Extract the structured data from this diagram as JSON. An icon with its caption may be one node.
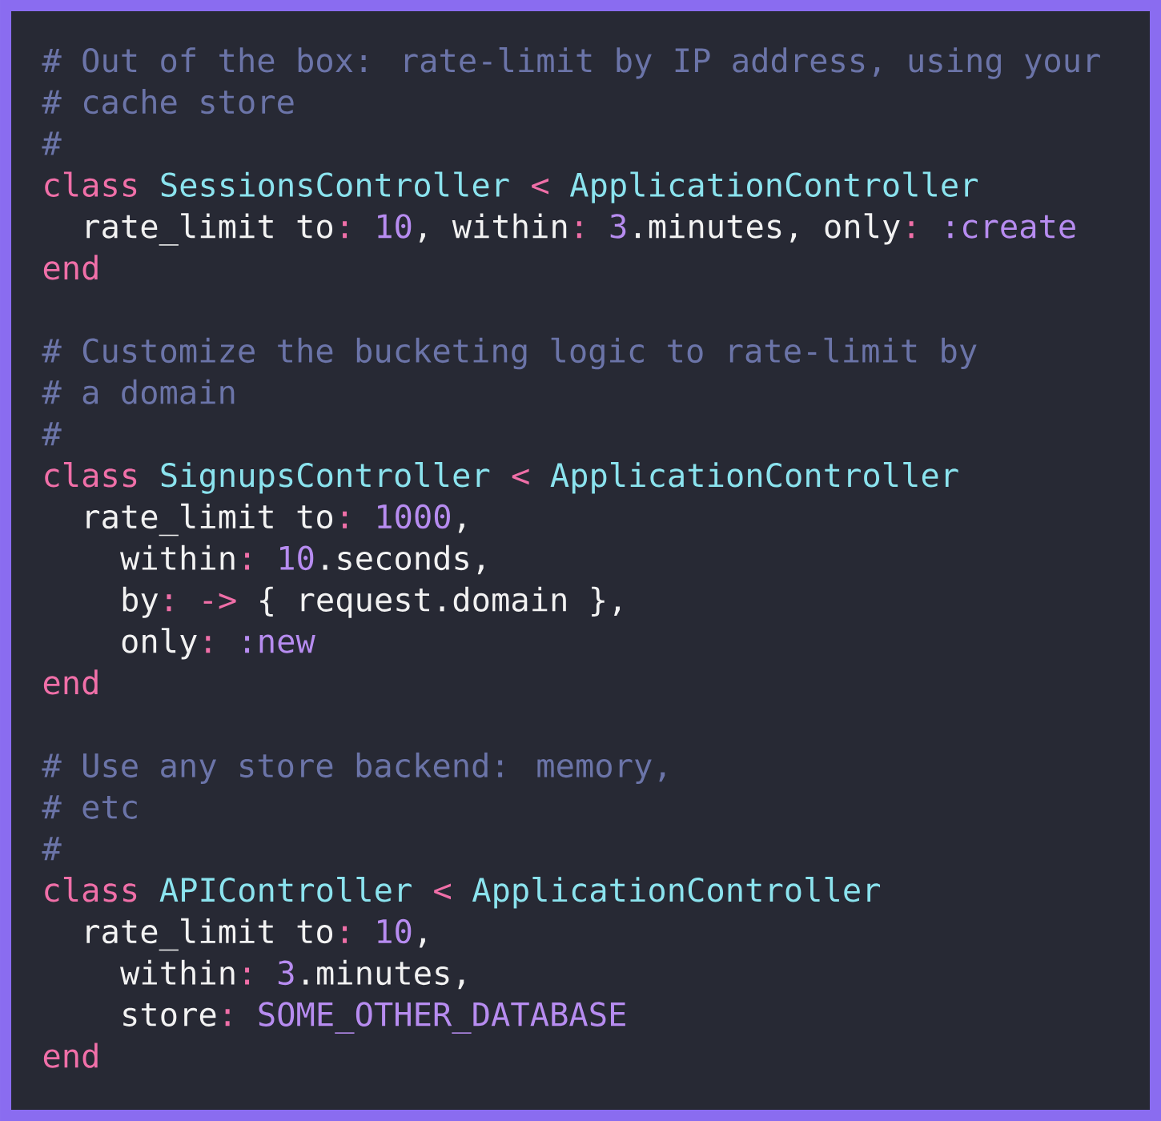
{
  "diagram": {
    "labels": [
      "# Out of the box: rate-limit by IP address, using your",
      "# cache store",
      "#",
      "class",
      "SessionsController",
      "<",
      "ApplicationController",
      "rate_limit to",
      ":",
      "10",
      ", within",
      ":",
      "3",
      ".minutes, only",
      ":",
      ":create",
      "end",
      "# Customize the bucketing logic to rate-limit by",
      "# a domain",
      "#",
      "class",
      "SignupsController",
      "<",
      "ApplicationController",
      "rate_limit to",
      ":",
      "1000",
      ",",
      "within",
      ":",
      "10",
      ".seconds,",
      "by",
      ":",
      "->",
      "{ request.domain },",
      "only",
      ":",
      ":new",
      "end",
      "# Use any store backend: memory,",
      "# etc",
      "#",
      "class",
      "APIController",
      "<",
      "ApplicationController",
      "rate_limit to",
      ":",
      "10",
      ",",
      "within",
      ":",
      "3",
      ".minutes,",
      "store",
      ":",
      "SOME_OTHER_DATABASE",
      "end"
    ]
  }
}
